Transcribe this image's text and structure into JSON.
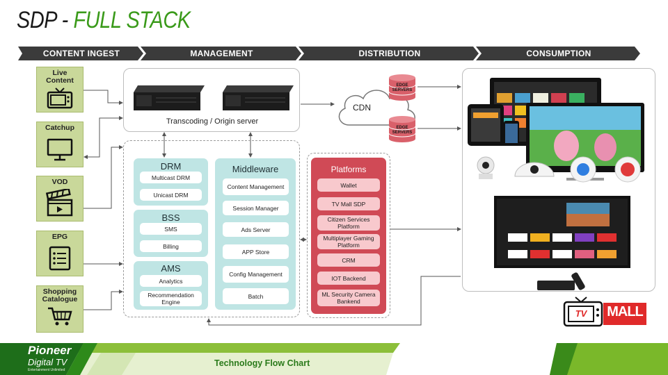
{
  "title": {
    "part1": "SDP - ",
    "part2": "FULL STACK"
  },
  "stages": [
    "CONTENT INGEST",
    "MANAGEMENT",
    "DISTRIBUTION",
    "CONSUMPTION"
  ],
  "sources": [
    "Live Content",
    "Catchup",
    "VOD",
    "EPG",
    "Shopping Catalogue"
  ],
  "origin": {
    "label": "Transcoding / Origin server"
  },
  "cdn": {
    "label": "CDN",
    "edge1": "EDGE SERVERS",
    "edge2": "EDGE SERVERS"
  },
  "drm": {
    "title": "DRM",
    "items": [
      "Multicast DRM",
      "Unicast DRM"
    ]
  },
  "bss": {
    "title": "BSS",
    "items": [
      "SMS",
      "Billing"
    ]
  },
  "ams": {
    "title": "AMS",
    "items": [
      "Analytics",
      "Recommendation Engine"
    ]
  },
  "middleware": {
    "title": "Middleware",
    "items": [
      "Content Management",
      "Session Manager",
      "Ads Server",
      "APP Store",
      "Config Management",
      "Batch"
    ]
  },
  "platforms": {
    "title": "Platforms",
    "items": [
      "Wallet",
      "TV Mall SDP",
      "Citizen Services Platform",
      "Multiplayer Gaming Platform",
      "CRM",
      "IOT Backend",
      "ML Security Camera Bankend"
    ]
  },
  "footer": {
    "logo_line1": "Pioneer",
    "logo_line2": "Digital TV",
    "logo_tag": "Entertainment Unlimited",
    "label": "Technology Flow Chart",
    "tvmall_tv": "TV",
    "tvmall_mall": "MALL"
  },
  "colors": {
    "accent_green": "#3a9a1a",
    "stage_dark": "#3b3b3b",
    "teal": "#bfe5e4",
    "platform_red": "#d04a56",
    "source_green": "#c9d89a"
  }
}
